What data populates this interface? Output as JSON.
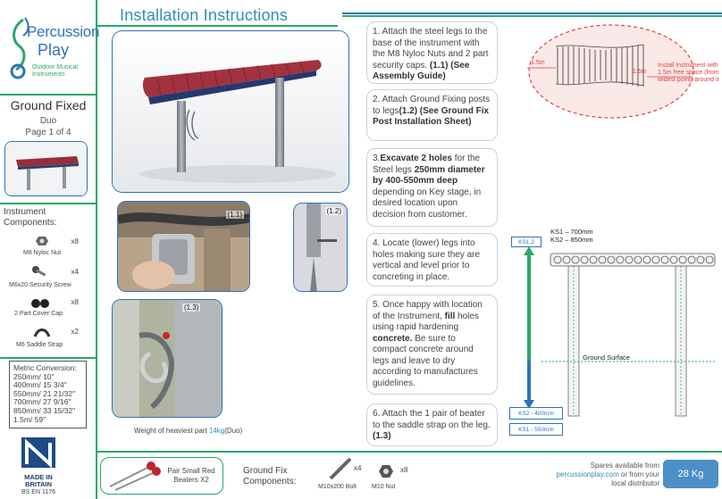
{
  "brand": {
    "name_line1": "Percussion",
    "name_line2": "Play",
    "subtitle": "Outdoor Musical Instruments"
  },
  "product": {
    "title": "Ground Fixed",
    "variant": "Duo",
    "page": "Page 1 of 4"
  },
  "page_title": "Installation Instructions",
  "components": {
    "heading": "Instrument Components:",
    "items": [
      {
        "label": "M8 Nyloc Nut",
        "qty": "x8"
      },
      {
        "label": "M6x20 Security Screw",
        "qty": "x4"
      },
      {
        "label": "2 Part Cover Cap",
        "qty": "x8"
      },
      {
        "label": "M6 Saddle Strap",
        "qty": "x2"
      }
    ]
  },
  "metric": {
    "lines": [
      "Metric Conversion:",
      "250mm/ 10\"",
      "400mm/ 15 3/4\"",
      "550mm/ 21 21/32\"",
      "700mm/ 27 9/16\"",
      "850mm/ 33 15/32\"",
      "1.5m/ 59\""
    ]
  },
  "made_in": {
    "label": "MADE IN BRITAIN",
    "standard": "BS EN 1176"
  },
  "steps": [
    {
      "num": "1.",
      "text": " Attach the steel legs to the base of the instrument with the M8 Nyloc Nuts and 2 part security caps. ",
      "ref": "(1.1) (See Assembly Guide)"
    },
    {
      "num": "2.",
      "text": " Attach Ground Fixing posts to legs",
      "ref": "(1.2) (See Ground Fix Post Installation Sheet)"
    },
    {
      "num": "3.",
      "bold1": "Excavate 2 holes",
      "text1": " for the Steel legs ",
      "bold2": "250mm diameter by 400-550mm deep",
      "text2": " depending on Key stage, in desired location upon decision from customer."
    },
    {
      "num": "4.",
      "text": " Locate (lower) legs into holes making sure they are vertical and level prior to concreting in place."
    },
    {
      "num": "5.",
      "text1": " Once happy with location of the Instrument, ",
      "bold1": "fill",
      "text2": " holes using rapid hardening ",
      "bold2": "concrete.",
      "text3": " Be sure to compact concrete around legs and leave to dry according to manufactures guidelines."
    },
    {
      "num": "6.",
      "text": " Attach the 1 pair of beater to the saddle strap on the leg. ",
      "ref": "(1.3)"
    }
  ],
  "photo_labels": [
    "(1.1)",
    "(1.2)",
    "(1.3)"
  ],
  "weight_note": {
    "prefix": "Weight of heaviest part ",
    "value": "14kg",
    "suffix": "(Duo)"
  },
  "beaters": {
    "label": "Pair Small Red Beaters X2"
  },
  "ground_fix": {
    "heading": "Ground Fix Components:",
    "items": [
      {
        "label": "M10x200 Bolt",
        "qty": "x4"
      },
      {
        "label": "M10 Nut",
        "qty": "x8"
      }
    ]
  },
  "spares": {
    "line1": "Spares available from",
    "link": "percussionplay.com",
    "line2": " or from your local distributor"
  },
  "weight_badge": "28 Kg",
  "space_diagram": {
    "left_dim": "1.5m",
    "right_dim": "1.5m",
    "note": "Install Instrument with 1.5m free space (from widest point) around it"
  },
  "section_diagram": {
    "ks1_top": "KS1 – 700mm",
    "ks2_top": "KS2 – 850mm",
    "ks_box": "KS1,2",
    "ground": "Ground Surface",
    "ks2_depth": "KS2 - 400mm",
    "ks1_depth": "KS1 - 550mm"
  },
  "colors": {
    "accent_blue": "#2f73b8",
    "accent_green": "#2aa86a",
    "badge": "#4d8fc7",
    "highlight": "#2f8fb8",
    "red": "#e0403a"
  }
}
